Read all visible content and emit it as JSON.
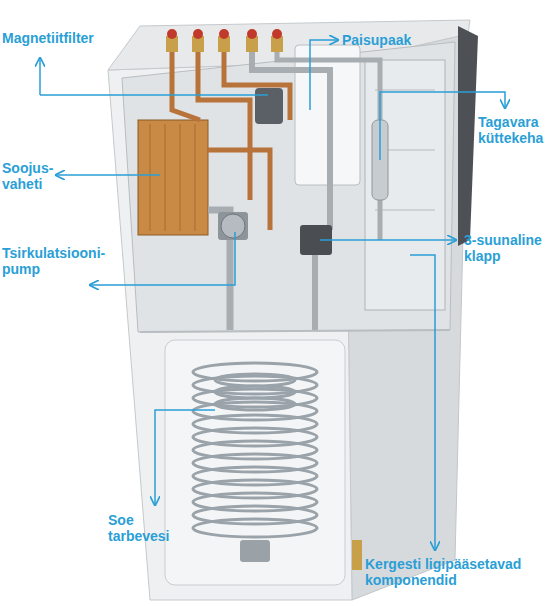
{
  "diagram": {
    "labels": [
      "Magnetiitfilter",
      "Paisupaak",
      "Tagavara küttekeha",
      "Soojus- vaheti",
      "Tsirkulatsiooni- pump",
      "3-suunaline klapp",
      "Soe tarbevesi",
      "Kergesti ligipääsetavad komponendid"
    ]
  }
}
